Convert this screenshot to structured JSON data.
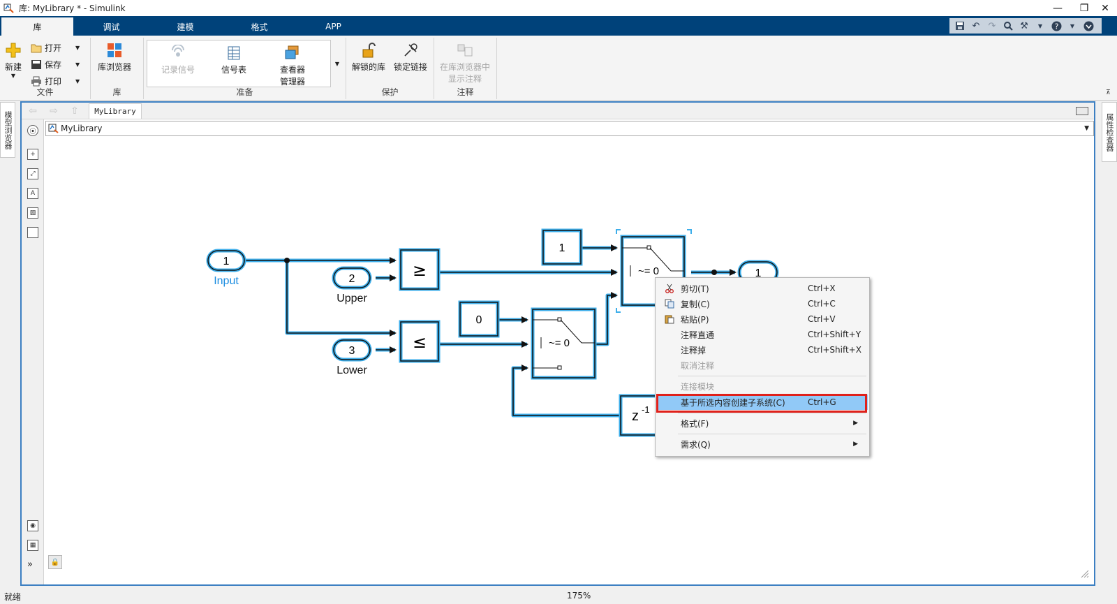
{
  "window": {
    "title": "库: MyLibrary * - Simulink",
    "minimize": "—",
    "restore": "❐",
    "close": "✕"
  },
  "tabs": [
    {
      "label": "库"
    },
    {
      "label": "调试"
    },
    {
      "label": "建模"
    },
    {
      "label": "格式"
    },
    {
      "label": "APP"
    }
  ],
  "toolstrip": {
    "file": {
      "group_label": "文件",
      "new_label": "新建",
      "open_label": "打开",
      "save_label": "保存",
      "print_label": "打印"
    },
    "library": {
      "group_label": "库",
      "browser_label": "库浏览器"
    },
    "prepare": {
      "group_label": "准备",
      "log_signal_label": "记录信号",
      "signal_table_label": "信号表",
      "viewer_manager_label_1": "查看器",
      "viewer_manager_label_2": "管理器"
    },
    "protect": {
      "group_label": "保护",
      "unlock_label": "解锁的库",
      "lock_links_label": "锁定链接"
    },
    "annotation": {
      "group_label": "注释",
      "show_annotation_label_1": "在库浏览器中",
      "show_annotation_label_2": "显示注释"
    }
  },
  "side_panels": {
    "left": "模型浏览器",
    "right": "属性检查器"
  },
  "editor": {
    "breadcrumb_tab": "MyLibrary",
    "address": "MyLibrary"
  },
  "diagram": {
    "inport_input": {
      "number": "1",
      "label": "Input"
    },
    "inport_upper": {
      "number": "2",
      "label": "Upper"
    },
    "inport_lower": {
      "number": "3",
      "label": "Lower"
    },
    "ge_op": "≥",
    "le_op": "≤",
    "const_one": "1",
    "const_zero": "0",
    "switch_criteria": "~= 0",
    "delay_base": "z",
    "delay_exp": "-1",
    "outport": "1"
  },
  "context_menu": {
    "items": [
      {
        "label": "剪切(T)",
        "shortcut": "Ctrl+X"
      },
      {
        "label": "复制(C)",
        "shortcut": "Ctrl+C"
      },
      {
        "label": "粘贴(P)",
        "shortcut": "Ctrl+V"
      },
      {
        "label": "注释直通",
        "shortcut": "Ctrl+Shift+Y"
      },
      {
        "label": "注释掉",
        "shortcut": "Ctrl+Shift+X"
      },
      {
        "label": "取消注释",
        "shortcut": ""
      },
      {
        "label": "连接模块",
        "shortcut": ""
      },
      {
        "label": "基于所选内容创建子系统(C)",
        "shortcut": "Ctrl+G"
      },
      {
        "label": "格式(F)",
        "shortcut": ""
      },
      {
        "label": "需求(Q)",
        "shortcut": ""
      }
    ]
  },
  "status": {
    "left": "就绪",
    "zoom": "175%"
  },
  "colors": {
    "accent_tab_bar": "#00427a",
    "selection_blue": "#3daeea",
    "highlight_menu": "#91c9f7",
    "red_box": "#e0211b"
  }
}
